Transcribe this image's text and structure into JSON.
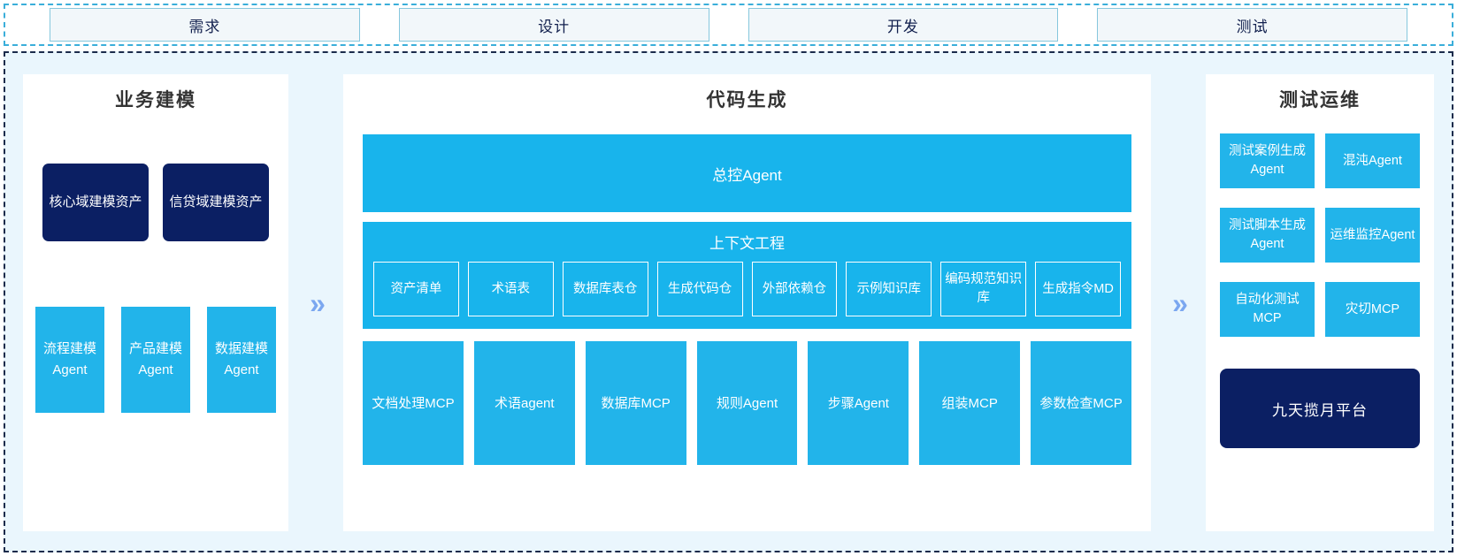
{
  "stages": {
    "items": [
      {
        "label": "需求"
      },
      {
        "label": "设计"
      },
      {
        "label": "开发"
      },
      {
        "label": "测试"
      }
    ]
  },
  "arrows": {
    "glyph": "»"
  },
  "colors": {
    "cyan": "#22B4EA",
    "cyan_bar": "#18B4EC",
    "navy": "#0B1F63",
    "canvas_bg": "#EAF6FD",
    "stage_bg": "#F2F7FA",
    "stage_border": "#86C7DD",
    "chevron": "#7BA7F0",
    "panel_bg": "#FFFFFF"
  },
  "left_panel": {
    "title": "业务建模",
    "assets": [
      {
        "label": "核心域建模资产"
      },
      {
        "label": "信贷域建模资产"
      }
    ],
    "agents": [
      {
        "label": "流程建模Agent"
      },
      {
        "label": "产品建模Agent"
      },
      {
        "label": "数据建模Agent"
      }
    ]
  },
  "center_panel": {
    "title": "代码生成",
    "master_agent": "总控Agent",
    "context_engineering": {
      "title": "上下文工程",
      "items": [
        {
          "label": "资产清单"
        },
        {
          "label": "术语表"
        },
        {
          "label": "数据库表仓"
        },
        {
          "label": "生成代码仓"
        },
        {
          "label": "外部依赖仓"
        },
        {
          "label": "示例知识库"
        },
        {
          "label": "编码规范知识库"
        },
        {
          "label": "生成指令MD"
        }
      ]
    },
    "tools": [
      {
        "label": "文档处理MCP"
      },
      {
        "label": "术语agent"
      },
      {
        "label": "数据库MCP"
      },
      {
        "label": "规则Agent"
      },
      {
        "label": "步骤Agent"
      },
      {
        "label": "组装MCP"
      },
      {
        "label": "参数检查MCP"
      }
    ]
  },
  "right_panel": {
    "title": "测试运维",
    "items": [
      {
        "label": "测试案例生成Agent"
      },
      {
        "label": "混沌Agent"
      },
      {
        "label": "测试脚本生成Agent"
      },
      {
        "label": "运维监控Agent"
      },
      {
        "label": "自动化测试MCP"
      },
      {
        "label": "灾切MCP"
      }
    ],
    "platform": "九天揽月平台"
  }
}
